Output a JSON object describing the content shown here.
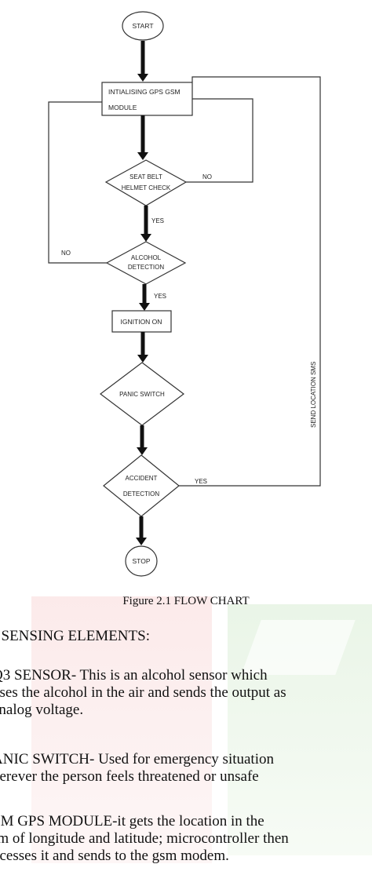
{
  "flowchart": {
    "start": "START",
    "init_line1": "INTIALISING GPS GSM",
    "init_line2": "MODULE",
    "seatbelt_line1": "SEAT BELT",
    "seatbelt_line2": "HELMET CHECK",
    "no_label_1": "NO",
    "yes_label_1": "YES",
    "no_label_2": "NO",
    "alcohol_line1": "ALCOHOL",
    "alcohol_line2": "DETECTION",
    "yes_label_2": "YES",
    "ignition": "IGNITION ON",
    "panic": "PANIC SWITCH",
    "accident_line1": "ACCIDENT",
    "accident_line2": "DETECTION",
    "yes_label_3": "YES",
    "send_sms": "SEND LOCATION SMS",
    "stop": "STOP"
  },
  "caption": "Figure 2.1    FLOW CHART",
  "section_heading": ". SENSING ELEMENTS:",
  "paragraphs": [
    {
      "lines": [
        "Q3  SENSOR-  This  is  an  alcohol  sensor  which",
        "nses the alcohol in the air and sends the output as",
        " analog voltage."
      ]
    },
    {
      "lines": [
        "ANIC  SWITCH-  Used  for  emergency  situation",
        "herever the person feels threatened or unsafe"
      ]
    },
    {
      "lines": [
        "SM  GPS  MODULE-it  gets  the  location  in  the",
        "rm of longitude and latitude; microcontroller then",
        "ocesses it and sends to the gsm modem."
      ]
    }
  ]
}
